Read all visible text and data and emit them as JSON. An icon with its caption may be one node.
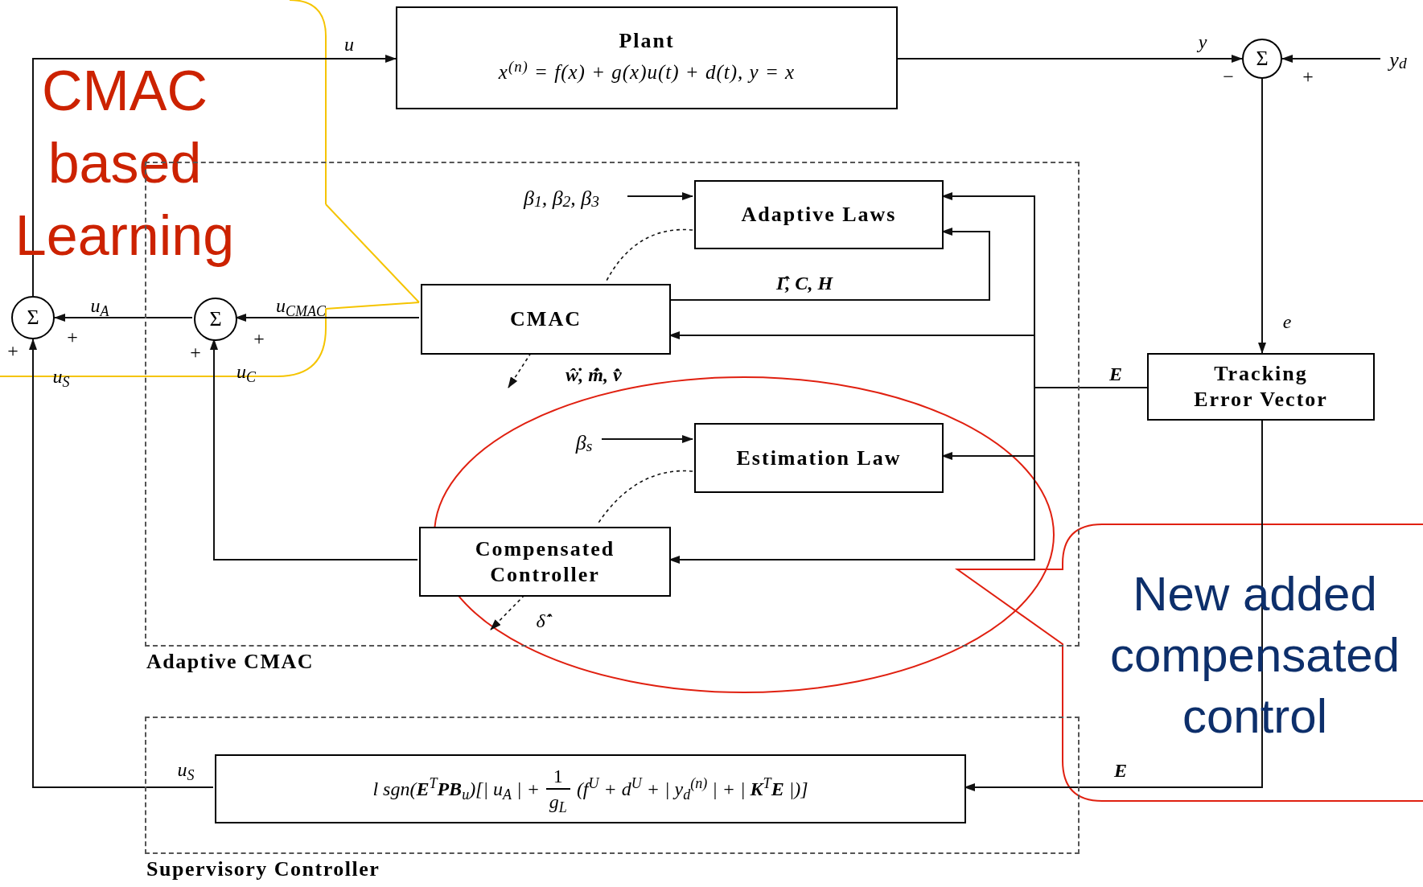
{
  "diagram": {
    "nodes": [
      {
        "text": [
          "CMAC based Learning"
        ]
      },
      {
        "text": [
          "Plant",
          "x$^{(n)}$ = f(x) + g(x)u(t) + d(t), y = x"
        ]
      },
      {
        "text": [
          "Σ"
        ],
        "beside": [
          "−",
          "+"
        ]
      },
      {
        "text": [
          "y$_{d}$"
        ]
      },
      {
        "text": [
          "Adaptive CMAC"
        ]
      },
      {
        "text": [
          "β$_{1}$, β$_{2}$, β$_{3}$"
        ],
        "in": 4
      },
      {
        "text": [
          "Adaptive Laws"
        ],
        "in": 4
      },
      {
        "text": [
          "Σ"
        ],
        "beside": [
          "+",
          "+"
        ]
      },
      {
        "text": [
          "Σ"
        ],
        "beside": [
          "+",
          "+"
        ],
        "in": 4
      },
      {
        "text": [
          "CMAC"
        ],
        "in": 4
      },
      {
        "text": [
          "Tracking Error Vector"
        ]
      },
      {
        "text": [
          "β$_{s}$"
        ],
        "in": 4
      },
      {
        "text": [
          "Estimation Law"
        ],
        "in": 4
      },
      {
        "text": [
          "Compensated Controller"
        ],
        "in": 4
      },
      {
        "text": [
          "New added compensated control"
        ]
      },
      {
        "text": [
          "Supervisory Controller"
        ]
      },
      {
        "text": [
          "l sgn(**E**$^{T}$**PB**$_{u}$)[| u$_{A}$ | +",
          "1",
          "g$_{L}$",
          "(f$^{U}$ + d$^{U}$ + | y$_{d}$$^{(n)}$ | + | **K**$^{T}$**E** |)]"
        ],
        "in": 15
      }
    ],
    "edges": [
      {
        "from": null,
        "to": 9,
        "arrow": "none",
        "color": "#f5c400"
      },
      {
        "from": 7,
        "to": 1,
        "arrow": "to",
        "label": "u"
      },
      {
        "from": 1,
        "to": 2,
        "arrow": "to",
        "label": "y"
      },
      {
        "from": 3,
        "to": 2,
        "arrow": "to"
      },
      {
        "from": 2,
        "to": 10,
        "arrow": "to",
        "label": "e"
      },
      {
        "from": 5,
        "to": 6,
        "arrow": "to"
      },
      {
        "from": 10,
        "to": 6,
        "arrow": "to",
        "label": "E"
      },
      {
        "from": 10,
        "to": 9,
        "arrow": "to"
      },
      {
        "from": 10,
        "to": 12,
        "arrow": "to"
      },
      {
        "from": 10,
        "to": 13,
        "arrow": "to"
      },
      {
        "from": 9,
        "to": 6,
        "arrow": "to",
        "label": "Γ̂, C, H"
      },
      {
        "from": 6,
        "to": 9,
        "arrow": "none",
        "style": "dashed"
      },
      {
        "from": 9,
        "to": 8,
        "arrow": "to",
        "label": "u$_{CMAC}$"
      },
      {
        "from": 8,
        "to": 7,
        "arrow": "to",
        "label": "u$_{A}$"
      },
      {
        "from": 13,
        "to": 8,
        "arrow": "to",
        "label": "u$_{C}$"
      },
      {
        "from": 9,
        "to": null,
        "arrow": "to",
        "style": "dashed",
        "label": "ŵ̇, m̂̇, v̂̇"
      },
      {
        "from": 11,
        "to": 12,
        "arrow": "to"
      },
      {
        "from": 12,
        "to": 13,
        "arrow": "none",
        "style": "dashed"
      },
      {
        "from": 13,
        "to": null,
        "arrow": "to",
        "style": "dashed",
        "label": "δ̂̇"
      },
      {
        "from": 10,
        "to": 16,
        "arrow": "to",
        "label": "E"
      },
      {
        "from": 16,
        "to": 7,
        "arrow": "to",
        "label": "u$_{S}$"
      }
    ],
    "labels": [
      "u$_{S}$"
    ]
  }
}
